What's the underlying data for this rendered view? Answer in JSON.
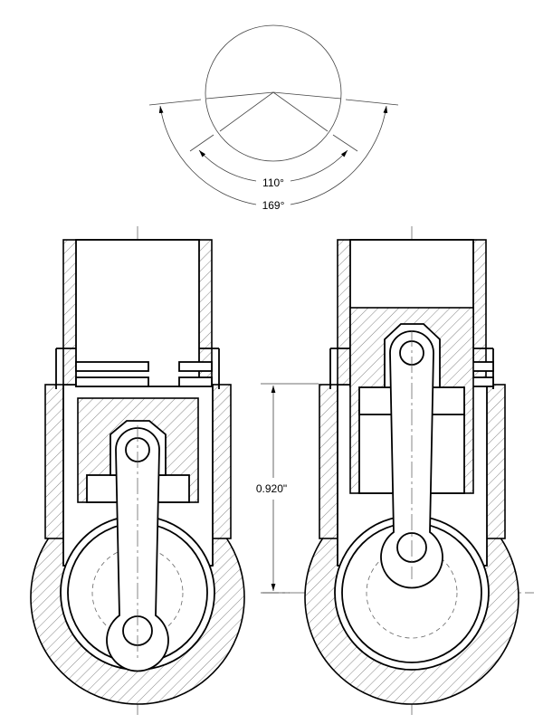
{
  "angle_diagram": {
    "inner_angle": "110°",
    "outer_angle": "169°"
  },
  "dimension": {
    "stroke_length": "0.920\""
  },
  "views": [
    "piston-bottom-dead-center",
    "piston-top-dead-center"
  ]
}
